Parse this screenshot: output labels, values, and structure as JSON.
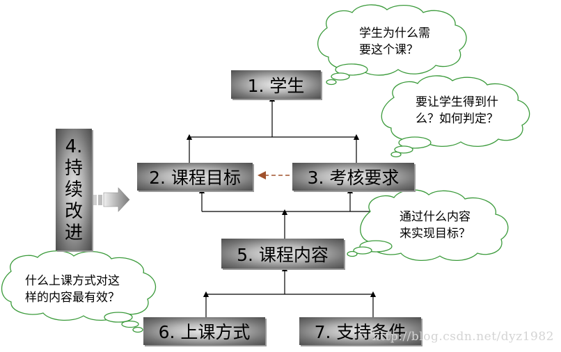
{
  "boxes": {
    "student": "1. 学生",
    "course_goal": "2. 课程目标",
    "assessment": "3. 考核要求",
    "improve": [
      "4.",
      "持",
      "续",
      "改",
      "进"
    ],
    "course_content": "5. 课程内容",
    "teaching_method": "6. 上课方式",
    "support": "7. 支持条件"
  },
  "bubbles": {
    "why_need": [
      "学生为什么需",
      "要这个课？"
    ],
    "what_get": [
      "要让学生得到什",
      "么？如何判定？"
    ],
    "how_achieve": [
      "通过什么内容",
      "来实现目标？"
    ],
    "best_method": [
      "什么上课方式对这",
      "样的内容最有效？"
    ]
  },
  "watermark": "http://blog.csdn.net/dyz1982",
  "colors": {
    "bubble_stroke": "#3a9a3a",
    "dashed_arrow": "#a0522d",
    "line": "#000000"
  }
}
